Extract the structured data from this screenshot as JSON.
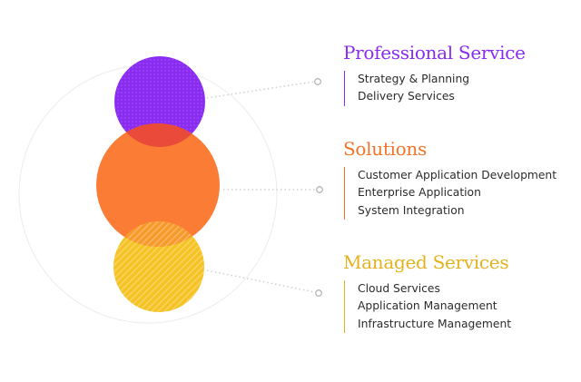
{
  "colors": {
    "purple": "#8a2bf2",
    "orange": "#fb7c35",
    "yellow": "#f5c326",
    "red_overlap": "#e94a3a",
    "orange_overlap": "#f79a2c",
    "guide": "#cfcfcf"
  },
  "sections": [
    {
      "title": "Professional Service",
      "color": "#8a2bf2",
      "items": [
        "Strategy & Planning",
        "Delivery Services"
      ]
    },
    {
      "title": "Solutions",
      "color": "#f2742b",
      "items": [
        "Customer Application Development",
        "Enterprise Application",
        "System Integration"
      ]
    },
    {
      "title": "Managed Services",
      "color": "#e4b21d",
      "items": [
        "Cloud Services",
        "Application Management",
        "Infrastructure Management"
      ]
    }
  ]
}
